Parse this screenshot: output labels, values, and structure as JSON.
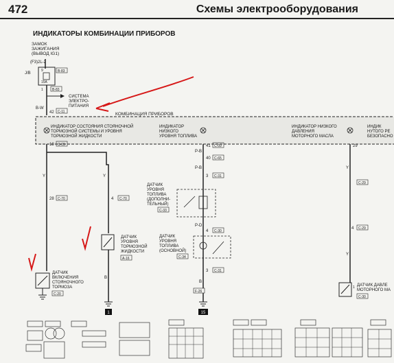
{
  "page": {
    "number": "472",
    "header": "Схемы электрооборудования"
  },
  "diagram": {
    "title": "ИНДИКАТОРЫ КОМБИНАЦИИ ПРИБОРОВ",
    "ignition_label": [
      "ЗАМОК",
      "ЗАЖИГАНИЯ",
      "(ВЫВОД IG1)"
    ],
    "fuse_block": {
      "code": "(F3)2L-2",
      "jb": "J/B",
      "fuse": "15A",
      "pin_top": "9",
      "conn_top": "B-83",
      "pin_bottom": "1",
      "conn_bottom": "B-83"
    },
    "power_system": [
      "СИСТЕМА",
      "ЭЛЕКТРО-",
      "ПИТАНИЯ"
    ],
    "wire_bw": "B-W",
    "cluster_pin": "42",
    "cluster_conn": "C-11",
    "cluster_title": "КОМБИНАЦИЯ ПРИБОРОВ",
    "indicators": [
      {
        "label": [
          "ИНДИКАТОР СОСТОЯНИЯ СТОЯНОЧНОЙ",
          "ТОРМОЗНОЙ СИСТЕМЫ И УРОВНЯ",
          "ТОРМОЗНОЙ ЖИДКОСТИ"
        ]
      },
      {
        "label": [
          "ИНДИКАТОР",
          "НИЗКОГО",
          "УРОВНЯ ТОПЛИВА"
        ]
      },
      {
        "label": [
          "ИНДИКАТОР НИЗКОГО",
          "ДАВЛЕНИЯ",
          "МОТОРНОГО МАСЛА"
        ]
      },
      {
        "label": [
          "ИНДИК",
          "НУТОГО РЕ",
          "БЕЗОПАСНО"
        ]
      }
    ],
    "pins": {
      "brake_top": "18",
      "conn_c09": "C-09",
      "brake_y1": "28",
      "brake_y2": "4",
      "conn_c70": "C-70",
      "fuel_top": "41",
      "fuel_conn1": "C-09",
      "fuel_pb": "P-B",
      "fuel_40": "40",
      "fuel_conn2": "C-65",
      "fuel_3": "3",
      "fuel_conn3": "C-31",
      "fuel_pd": "P-D",
      "fuel_4": "4",
      "fuel_conn4": "C-30",
      "fuel_3b": "3",
      "fuel_conn5": "C-31",
      "oil_top": "29",
      "oil_4": "4",
      "conn_c29": "C-29",
      "oil_1": "1",
      "oil_conn": "C-30"
    },
    "wire_y": "Y",
    "wire_b": "B",
    "brake_switch": [
      "ДАТЧИК",
      "ВКЛЮЧЕНИЯ",
      "СТОЯНОЧНОГО",
      "ТОРМОЗА"
    ],
    "brake_switch_conn": "C-20",
    "fluid_sensor": [
      "ДАТЧИК",
      "УРОВНЯ",
      "ТОРМОЗНОЙ",
      "ЖИДКОСТИ"
    ],
    "fluid_sensor_conn": "A-16",
    "fuel_sensor_aux": [
      "ДАТЧИК",
      "УРОВНЯ",
      "ТОПЛИВА",
      "(ДОПОЛНИ-",
      "ТЕЛЬНЫЙ)"
    ],
    "fuel_sensor_aux_conn": "C-33",
    "fuel_sensor_main": [
      "ДАТЧИК",
      "УРОВНЯ",
      "ТОПЛИВА",
      "(ОСНОВНОЙ)"
    ],
    "fuel_sensor_main_conn": "C-34",
    "oil_sensor": [
      "ДАТЧИК ДАВЛЕ",
      "МОТОРНОГО МА"
    ],
    "grounds": [
      "1",
      "15"
    ],
    "ground_conn": "F-26"
  }
}
